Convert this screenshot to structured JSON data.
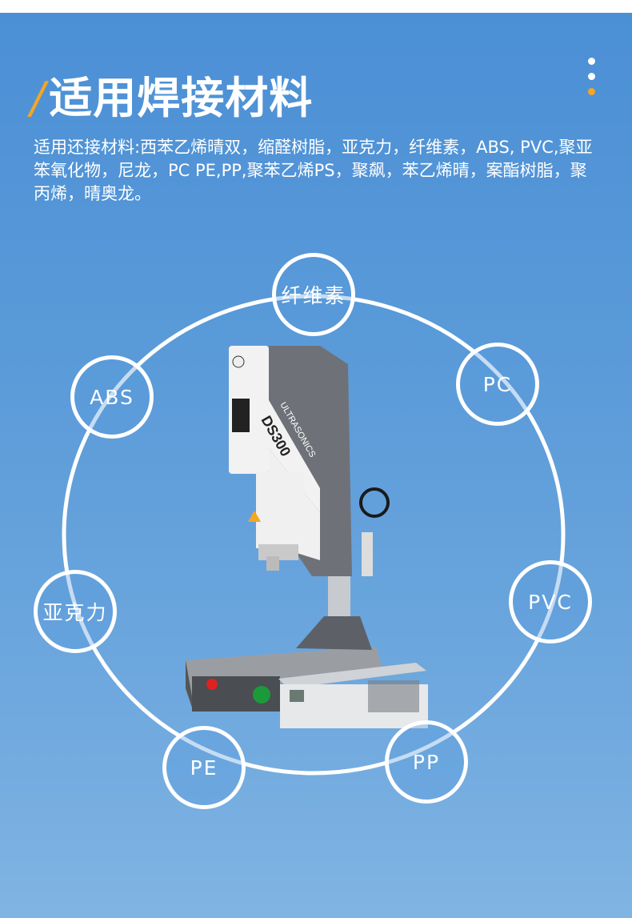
{
  "heading": {
    "slash": "/",
    "title": "适用焊接材料"
  },
  "description": "适用还接材料:西苯乙烯晴双，缩醛树脂，亚克力，纤维素，ABS, PVC,聚亚笨氧化物，尼龙，PC PE,PP,聚苯乙烯PS，聚飙，苯乙烯晴，案酯树脂，聚丙烯，晴奥龙。",
  "materials": [
    "纤维素",
    "PC",
    "PVC",
    "PP",
    "PE",
    "亚克力",
    "ABS"
  ],
  "machine": {
    "brand": "ULTRASONICS",
    "model": "DS300"
  },
  "colors": {
    "accent": "#f5a623",
    "background": "#5b9bd9"
  }
}
